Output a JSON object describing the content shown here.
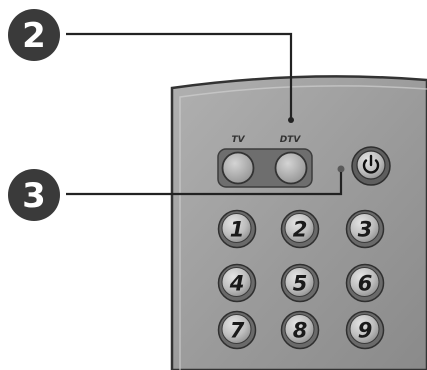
{
  "callouts": [
    {
      "number": "2"
    },
    {
      "number": "3"
    }
  ],
  "remote": {
    "mode_buttons": [
      {
        "label": "TV"
      },
      {
        "label": "DTV"
      }
    ],
    "power_icon": "power-icon",
    "keypad": [
      "1",
      "2",
      "3",
      "4",
      "5",
      "6",
      "7",
      "8",
      "9"
    ]
  },
  "colors": {
    "callout_circle": "#3a3a3a",
    "leader_line": "#222222",
    "remote_body": "#9a9a9a",
    "button_face": "#c4c4c4",
    "digit_text": "#1a1a1a"
  }
}
